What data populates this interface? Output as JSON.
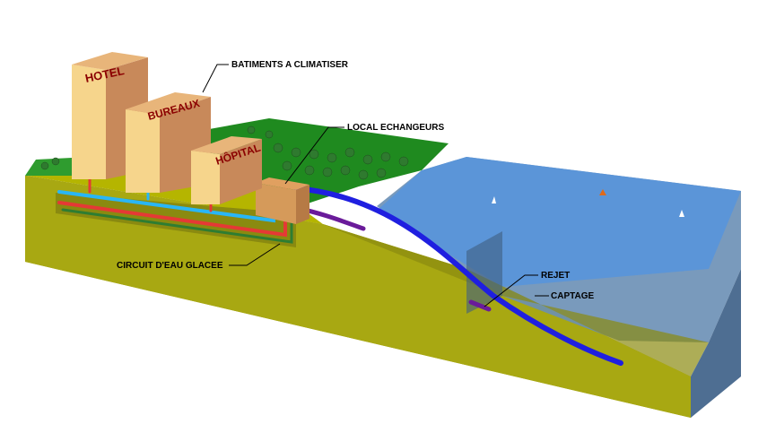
{
  "buildings": [
    {
      "id": "hotel",
      "label": "HOTEL"
    },
    {
      "id": "bureaux",
      "label": "BUREAUX"
    },
    {
      "id": "hopital",
      "label": "HÔPITAL"
    }
  ],
  "callouts": {
    "batiments": "BATIMENTS A CLIMATISER",
    "local": "LOCAL ECHANGEURS",
    "circuit": "CIRCUIT D'EAU GLACEE",
    "rejet": "REJET",
    "captage": "CAPTAGE"
  },
  "colors": {
    "soil_top": "#b5b500",
    "soil_front": "#8f8f1a",
    "grass": "#1f8a1f",
    "sea_surface": "#5b95d8",
    "water_body": "#6a8fb5",
    "building_face": "#f6d58c",
    "building_side": "#c8895a",
    "pipe_cold": "#29b6f6",
    "pipe_hot": "#e53935",
    "pipe_deep": "#1f1fe0",
    "pipe_reject": "#6a1b9a",
    "label_text": "#8b0000"
  }
}
